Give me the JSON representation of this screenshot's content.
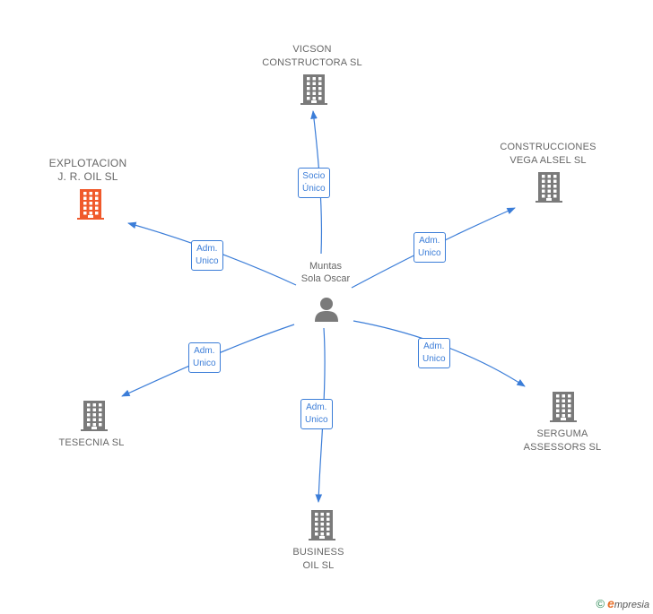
{
  "person": {
    "name_line1": "Muntas",
    "name_line2": "Sola Oscar",
    "icon": "person-icon"
  },
  "companies": [
    {
      "id": "vicson",
      "line1": "VICSON",
      "line2": "CONSTRUCTORA SL",
      "highlight": false,
      "relation": [
        "Socio",
        "Único"
      ]
    },
    {
      "id": "construcciones",
      "line1": "CONSTRUCCIONES",
      "line2": "VEGA ALSEL SL",
      "highlight": false,
      "relation": [
        "Adm.",
        "Unico"
      ]
    },
    {
      "id": "serguma",
      "line1": "SERGUMA",
      "line2": "ASSESSORS SL",
      "highlight": false,
      "relation": [
        "Adm.",
        "Unico"
      ]
    },
    {
      "id": "business",
      "line1": "BUSINESS",
      "line2": "OIL SL",
      "highlight": false,
      "relation": [
        "Adm.",
        "Unico"
      ]
    },
    {
      "id": "tesecnia",
      "line1": "TESECNIA SL",
      "line2": "",
      "highlight": false,
      "relation": [
        "Adm.",
        "Unico"
      ]
    },
    {
      "id": "explotacion",
      "line1": "EXPLOTACION",
      "line2": "J. R. OIL SL",
      "highlight": true,
      "relation": [
        "Adm.",
        "Unico"
      ]
    }
  ],
  "colors": {
    "edge": "#3b7dd8",
    "building": "#7a7a7a",
    "building_highlight": "#f0592b",
    "person": "#7a7a7a"
  },
  "footer": {
    "copyright": "©",
    "brand_e": "e",
    "brand_rest": "mpresia"
  }
}
